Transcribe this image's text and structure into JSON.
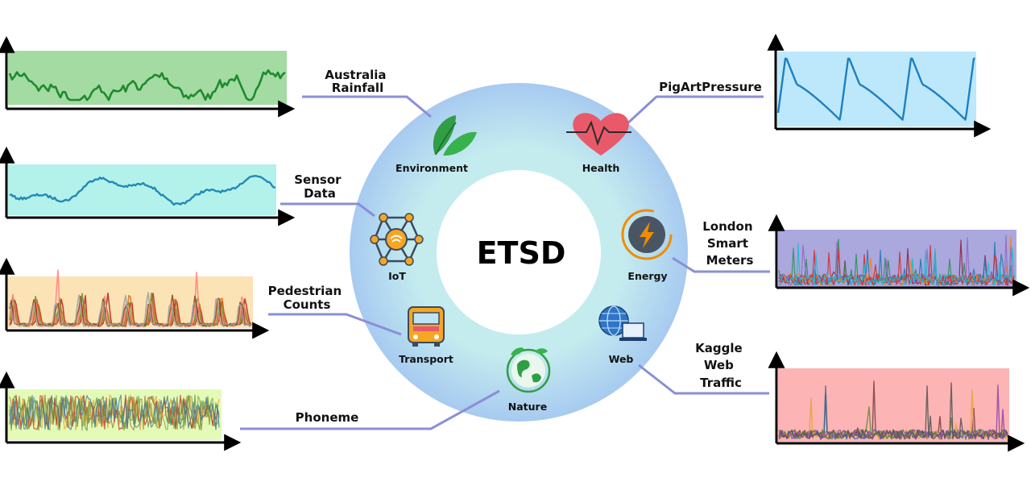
{
  "center": {
    "title": "ETSD"
  },
  "categories": [
    {
      "id": "environment",
      "label": "Environment",
      "icon": "leaf-icon"
    },
    {
      "id": "health",
      "label": "Health",
      "icon": "heartbeat-icon"
    },
    {
      "id": "iot",
      "label": "IoT",
      "icon": "network-hub-icon"
    },
    {
      "id": "energy",
      "label": "Energy",
      "icon": "lightning-bolt-icon"
    },
    {
      "id": "transport",
      "label": "Transport",
      "icon": "bus-icon"
    },
    {
      "id": "web",
      "label": "Web",
      "icon": "globe-laptop-icon"
    },
    {
      "id": "nature",
      "label": "Nature",
      "icon": "earth-leaf-icon"
    }
  ],
  "datasets": [
    {
      "id": "australia-rainfall",
      "lines": [
        "Australia",
        "Rainfall"
      ],
      "category": "environment"
    },
    {
      "id": "sensor-data",
      "lines": [
        "Sensor",
        "Data"
      ],
      "category": "iot"
    },
    {
      "id": "pedestrian-counts",
      "lines": [
        "Pedestrian",
        "Counts"
      ],
      "category": "transport"
    },
    {
      "id": "phoneme",
      "lines": [
        "Phoneme"
      ],
      "category": "nature"
    },
    {
      "id": "pigartpressure",
      "lines": [
        "PigArtPressure"
      ],
      "category": "health"
    },
    {
      "id": "london-smart-meters",
      "lines": [
        "London",
        "Smart",
        "Meters"
      ],
      "category": "energy"
    },
    {
      "id": "kaggle-web-traffic",
      "lines": [
        "Kaggle",
        "Web",
        "Traffic"
      ],
      "category": "web"
    }
  ],
  "colors": {
    "ring_outer": "#a9cdef",
    "ring_inner": "#bfe6ee",
    "connector": "#8a8fd6",
    "rainfall_bg": "#a3dba3",
    "sensor_bg": "#b3f2ea",
    "pedestrian_bg": "#fbe3b5",
    "phoneme_bg": "#e4fbb8",
    "pig_bg": "#bde8fb",
    "london_bg": "#aaa8dd",
    "kaggle_bg": "#fcb4b4"
  }
}
